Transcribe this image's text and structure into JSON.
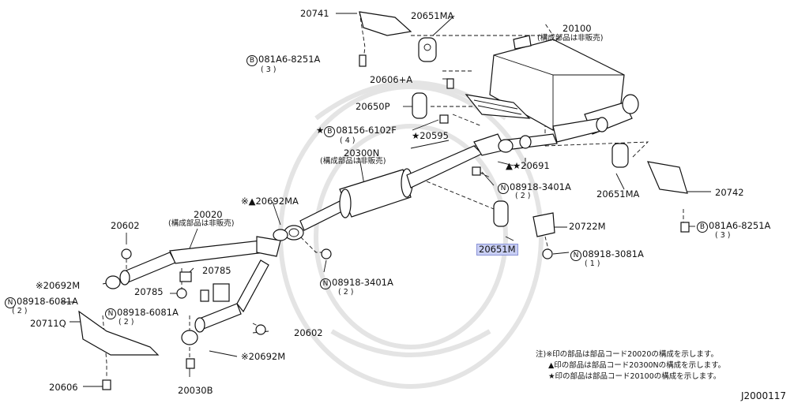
{
  "labels": {
    "p20741": "20741",
    "p20651MA_top": "20651MA",
    "p20100": "20100",
    "p20100_sub": "(構成部品は非販売)",
    "bolt_081A6_top_circle": "B",
    "bolt_081A6_top": "081A6-8251A",
    "bolt_081A6_top_qty": "( 3 )",
    "p20606A": "20606+A",
    "p20650P": "20650P",
    "bolt_08156_prefix": "★",
    "bolt_08156_circle": "B",
    "bolt_08156": "08156-6102F",
    "bolt_08156_qty": "( 4 )",
    "p20595": "★20595",
    "p20300N": "20300N",
    "p20300N_sub": "(構成部品は非販売)",
    "p20691": "▲★20691",
    "nut_08918_3401A_r_circle": "N",
    "nut_08918_3401A_r": "08918-3401A",
    "nut_08918_3401A_r_qty": "( 2 )",
    "p20651MA_right": "20651MA",
    "p20742": "20742",
    "bolt_081A6_right_circle": "B",
    "bolt_081A6_right": "081A6-8251A",
    "bolt_081A6_right_qty": "( 3 )",
    "p20692MA": "※▲20692MA",
    "p20722M": "20722M",
    "p20651M": "20651M",
    "nut_08918_3081A_circle": "N",
    "nut_08918_3081A": "08918-3081A",
    "nut_08918_3081A_qty": "( 1 )",
    "p20602_top": "20602",
    "p20020": "20020",
    "p20020_sub": "(構成部品は非販売)",
    "p20785_a": "20785",
    "p20785_b": "20785",
    "p20692M_left": "※20692M",
    "nut_08918_6081A_l_circle": "N",
    "nut_08918_6081A_l": "08918-6081A",
    "nut_08918_6081A_l_qty": "( 2 )",
    "p20711Q": "20711Q",
    "nut_08918_6081A_c_circle": "N",
    "nut_08918_6081A_c": "08918-6081A",
    "nut_08918_6081A_c_qty": "( 2 )",
    "nut_08918_3401A_c_circle": "N",
    "nut_08918_3401A_c": "08918-3401A",
    "nut_08918_3401A_c_qty": "( 2 )",
    "p20602_bottom": "20602",
    "p20692M_bottom": "※20692M",
    "p20606": "20606",
    "p20030B": "20030B"
  },
  "notes": {
    "line1": "注)※印の部品は部品コード20020の構成を示します。",
    "line2": "▲印の部品は部品コード20300Nの構成を示します。",
    "line3": "★印の部品は部品コード20100の構成を示します。"
  },
  "diagram_id": "J2000117"
}
